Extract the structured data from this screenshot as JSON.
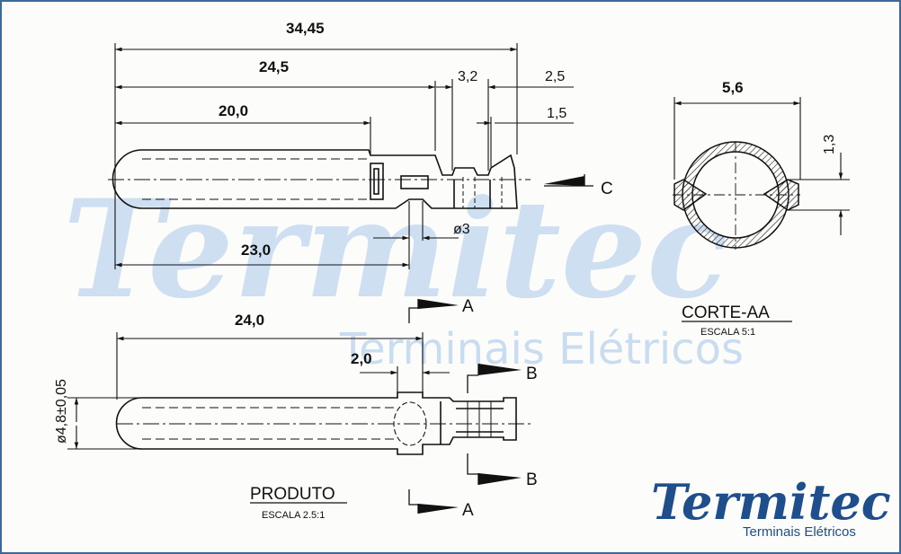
{
  "watermark": {
    "title": "Termitec",
    "subtitle": "Terminais Elétricos"
  },
  "logo": {
    "title": "Termitec",
    "subtitle": "Terminais Elétricos",
    "color": "#1e4e8c"
  },
  "top_view": {
    "dims": {
      "overall": "34,45",
      "d24_5": "24,5",
      "d20_0": "20,0",
      "d3_2": "3,2",
      "d2_5": "2,5",
      "d1_5": "1,5",
      "hole": "ø3",
      "d23_0": "23,0"
    },
    "section_c": "C"
  },
  "side_view": {
    "dims": {
      "d24_0": "24,0",
      "d2_0": "2,0",
      "diameter": "ø4,8±0,05"
    },
    "section_a": "A",
    "section_b": "B",
    "title": "PRODUTO",
    "scale": "ESCALA 2.5:1"
  },
  "section_view": {
    "dims": {
      "width": "5,6",
      "height": "1,3"
    },
    "title": "CORTE-AA",
    "scale": "ESCALA 5:1"
  },
  "colors": {
    "frame": "#3b6a9a",
    "watermark": "#a9c8ea",
    "ink": "#111111"
  }
}
